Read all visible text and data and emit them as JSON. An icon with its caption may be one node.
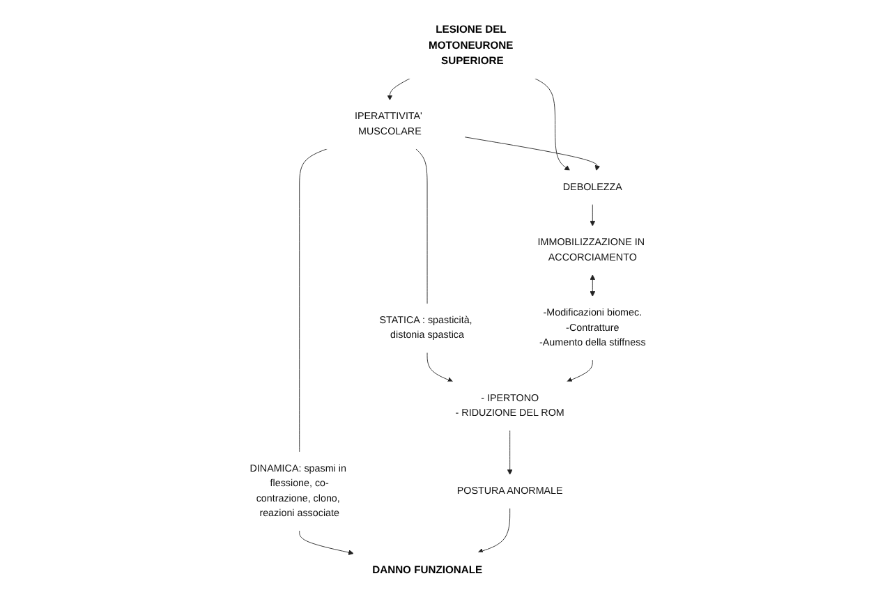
{
  "diagram": {
    "nodes": [
      {
        "text": [
          "LESIONE DEL MOTONEURONE SUPERIORE"
        ]
      },
      {
        "text": [
          "IPERATTIVITA' MUSCOLARE"
        ]
      },
      {
        "text": [
          "DEBOLEZZA"
        ]
      },
      {
        "text": [
          "DINAMICA: spasmi in flessione, co-contrazione, clono, reazioni associate"
        ]
      },
      {
        "text": [
          "STATICA : spasticità, distonia spastica"
        ]
      },
      {
        "text": [
          "IMMOBILIZZAZIONE IN ACCORCIAMENTO"
        ]
      },
      {
        "text": [
          "- IPERTONO",
          "- RIDUZIONE DEL ROM"
        ]
      },
      {
        "text": [
          "-Modificazioni biomec.",
          "-Contratture",
          "-Aumento della stiffness"
        ]
      },
      {
        "text": [
          "POSTURA ANORMALE"
        ]
      },
      {
        "text": [
          "DANNO FUNZIONALE"
        ]
      }
    ],
    "edges": [
      {
        "from": 0,
        "to": 1,
        "arrow": "to"
      },
      {
        "from": 0,
        "to": 2,
        "arrow": "to"
      },
      {
        "from": 1,
        "to": 2,
        "arrow": "to"
      },
      {
        "from": 1,
        "to": 3,
        "arrow": "none"
      },
      {
        "from": 1,
        "to": 4,
        "arrow": "none"
      },
      {
        "from": 2,
        "to": 5,
        "arrow": "to"
      },
      {
        "from": 5,
        "to": 7,
        "arrow": "both"
      },
      {
        "from": 4,
        "to": 6,
        "arrow": "to"
      },
      {
        "from": 7,
        "to": 6,
        "arrow": "to"
      },
      {
        "from": 6,
        "to": 8,
        "arrow": "to"
      },
      {
        "from": 3,
        "to": 9,
        "arrow": "to"
      },
      {
        "from": 8,
        "to": 9,
        "arrow": "to"
      }
    ]
  }
}
